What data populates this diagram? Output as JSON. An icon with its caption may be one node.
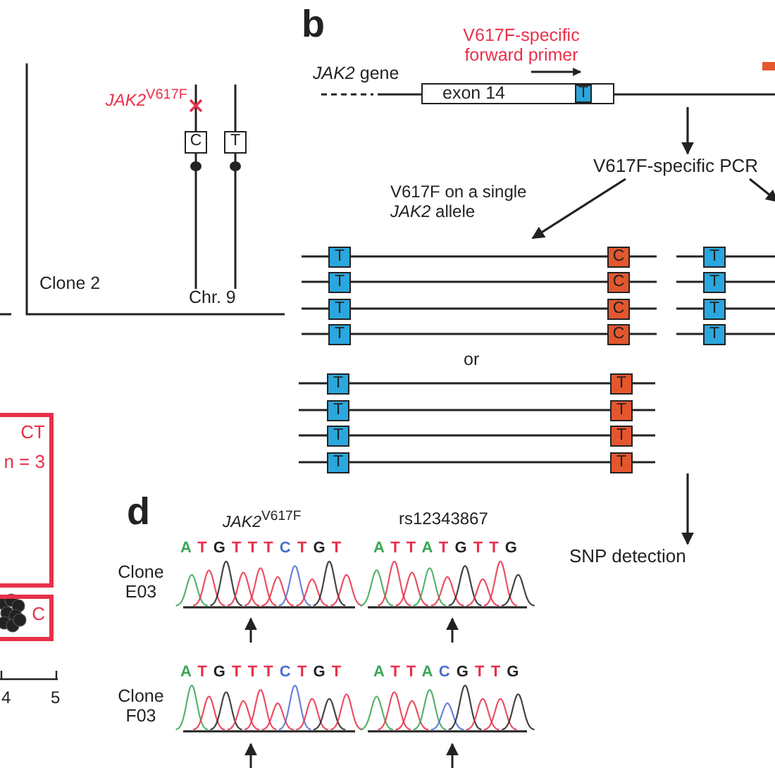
{
  "diagram": {
    "nodes": [
      {
        "text": [
          "C"
        ]
      },
      {
        "text": [
          "T"
        ]
      },
      {
        "text": [
          "exon 14"
        ]
      },
      {
        "text": [
          "T"
        ],
        "in": 2
      },
      {
        "text": [
          "V617F-specific PCR"
        ]
      },
      {
        "text": [
          "T"
        ]
      },
      {
        "text": [
          "C"
        ]
      },
      {
        "text": [
          "T"
        ]
      },
      {
        "text": [
          "C"
        ]
      },
      {
        "text": [
          "T"
        ]
      },
      {
        "text": [
          "C"
        ]
      },
      {
        "text": [
          "T"
        ]
      },
      {
        "text": [
          "C"
        ]
      },
      {
        "text": [
          "T"
        ]
      },
      {
        "text": [
          "T"
        ]
      },
      {
        "text": [
          "T"
        ]
      },
      {
        "text": [
          "T"
        ]
      },
      {
        "text": [
          "T"
        ]
      },
      {
        "text": [
          "T"
        ]
      },
      {
        "text": [
          "T"
        ]
      },
      {
        "text": [
          "T"
        ]
      },
      {
        "text": [
          "T"
        ]
      },
      {
        "text": [
          "T"
        ]
      },
      {
        "text": [
          "T"
        ]
      },
      {
        "text": [
          "T"
        ]
      },
      {
        "text": [
          "SNP detection"
        ]
      },
      {
        "text": [
          "CT",
          "n = 3"
        ]
      },
      {
        "text": [
          "C"
        ]
      }
    ],
    "edges": [
      {
        "from": null,
        "to": 4,
        "arrow": "to"
      },
      {
        "from": 4,
        "to": null,
        "arrow": "to",
        "label": "V617F on a single *JAK2* allele"
      },
      {
        "from": 4,
        "to": null,
        "arrow": "to"
      },
      {
        "from": null,
        "to": 25,
        "arrow": "to"
      }
    ],
    "labels": [
      "b",
      "V617F-specific forward primer",
      "*JAK2* gene",
      "or",
      "*JAK2*$^{V617F}$",
      "Clone 2",
      "Chr. 9",
      "4",
      "5",
      "d",
      "*JAK2*$^{V617F}$",
      "rs12343867",
      "A T G T T T C T G T",
      "A T T A T G T T G",
      "Clone E03",
      "A T G T T T C T G T",
      "A T T A C G T T G",
      "Clone F03"
    ]
  }
}
